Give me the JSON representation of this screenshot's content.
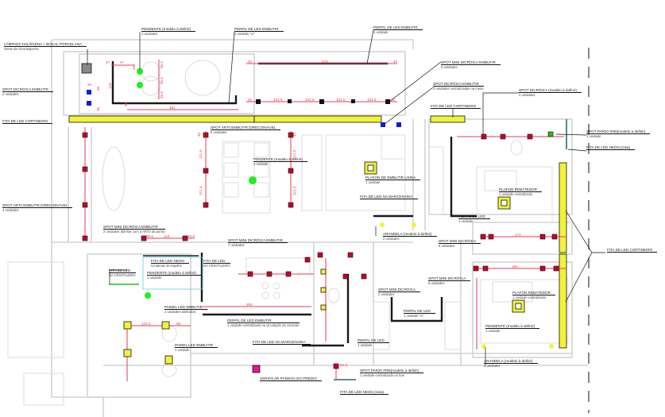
{
  "colors": {
    "wall": "#d4d4d4",
    "dimension": "#e8395a",
    "led_strip": "#f2f23a",
    "profile": "#1a1a1a",
    "spot_blue": "#0a1ee0",
    "pendant": "#1cf01c",
    "neon": "#e0199a",
    "cyan": "#5fd0d8"
  },
  "callouts": [
    {
      "title": "LÂMPADA HALÓGENA + BOCAL PORCELANA",
      "sub": "Sente da churrasqueira"
    },
    {
      "title": "SPOT DICRÓICA EMBUTIR",
      "sub": "2 unidades"
    },
    {
      "title": "FITA DE LED CORTINEIRO",
      "sub": ""
    },
    {
      "title": "SPOT AR70 EMBUTIR DIRECIONÁVEL",
      "sub": "4 unidades"
    },
    {
      "title": "PENDENTE (modelo à definir)",
      "sub": "2 unidades"
    },
    {
      "title": "PERFIL DE LED EMBUTIR",
      "sub": "1 unidade \"U\""
    },
    {
      "title": "PERFIL DE LED EMBUTIR",
      "sub": "1 unidade"
    },
    {
      "title": "SPOT MINI DICRÓICA EMBUTIR",
      "sub": "6 unidades"
    },
    {
      "title": "SPOT DICRÓICA EMBUTIR",
      "sub": "2 unidades centralizadas na mesa"
    },
    {
      "title": "SPOT DICRÓICA (modelo à definir)",
      "sub": "2 unidades"
    },
    {
      "title": "FITA DE LED CORTINEIRO",
      "sub": ""
    },
    {
      "title": "SPOT PAR20 IP65(modelo à definir)",
      "sub": "1 unidade"
    },
    {
      "title": "FITA DE LED NEON (rosa)",
      "sub": ""
    },
    {
      "title": "SPOT AR70 EMBUTIR DIRECIONÁVEL",
      "sub": "6 unidades"
    },
    {
      "title": "PENDENTE (modelo à definir)",
      "sub": "1 unidade"
    },
    {
      "title": "PLAFON DE EMBUTIR USINA",
      "sub": "1 unidade"
    },
    {
      "title": "FITA DE LED NA MARCENARIA",
      "sub": ""
    },
    {
      "title": "ARANDELA (modelo à definir)",
      "sub": "2 unidades"
    },
    {
      "title": "PLAFON REBATEDOR",
      "sub": "1 unidade centralizado"
    },
    {
      "title": "PERFIL DE LED",
      "sub": "1 unidade"
    },
    {
      "title": "SPOT MINI DICRÓICA",
      "sub": "6 unidades"
    },
    {
      "title": "FITA DE LED CORTINEIRO",
      "sub": ""
    },
    {
      "title": "SPOT MINI DICRÓICA EMBUTIR",
      "sub": "2 unidades (alinhar com a AR70 da porta)"
    },
    {
      "title": "SPOT MINI DICRÓICA EMBUTIR",
      "sub": "7 unidades"
    },
    {
      "title": "FITA DE LED NEON",
      "sub": "na lateral do espelho"
    },
    {
      "title": "FITA DE LED",
      "sub": "NA CRISTALEIRA"
    },
    {
      "title": "FITA DE LED",
      "sub": "NA CRISTALEIRA"
    },
    {
      "title": "PENDENTE (modelo à definir)",
      "sub": "1 unidade"
    },
    {
      "title": "SPOT MINI DICRÓICA",
      "sub": "6 unidades"
    },
    {
      "title": "SPOT MINI DICRÓICA",
      "sub": "2 unidades"
    },
    {
      "title": "PLAFON REBATEDOR",
      "sub": "1 unidade centralizado"
    },
    {
      "title": "PAINEL LED EMBUTIR",
      "sub": "2 unidades alinhados"
    },
    {
      "title": "PERFIL DE LED EMBUTIR",
      "sub": "1 unidade centralizado na circulação do corredor"
    },
    {
      "title": "PERFIL DE LED",
      "sub": "1 unidade \"U\""
    },
    {
      "title": "PENDENTE (modelo à definir)",
      "sub": "1 unidade"
    },
    {
      "title": "PAINEL LED EMBUTIR",
      "sub": "1 unidade"
    },
    {
      "title": "FITA DE LED NA MARCENARIA",
      "sub": ""
    },
    {
      "title": "PERFIL DE LED",
      "sub": "1 unidade"
    },
    {
      "title": "ARANDELA (modelo à definir)",
      "sub": "2 unidades"
    },
    {
      "title": "SPOT PAR20 IP65(modelo à definir)",
      "sub": "1 unidade centralizado no box"
    },
    {
      "title": "VERIFICAR PADRÃO DO PRÉDIO",
      "sub": ""
    },
    {
      "title": "FITA DE LED NEON (rosa)",
      "sub": ""
    }
  ],
  "dimensions": [
    "47",
    "47",
    "20",
    "120",
    "30",
    "381",
    "20",
    "35",
    "35",
    "40",
    "478",
    "40",
    "40",
    "104.5",
    "104.5",
    "104.5",
    "104.5",
    "40",
    "45.5",
    "45.5",
    "45.5",
    "40",
    "121.5",
    "121.5",
    "40",
    "121.5",
    "121.5",
    "88.5",
    "110",
    "48.5",
    "300",
    "122.5",
    "96",
    "172",
    "160",
    "52.5"
  ]
}
